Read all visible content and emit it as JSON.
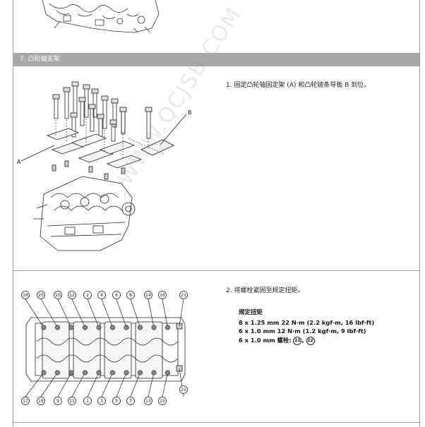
{
  "section": {
    "title": "7. 凸轮轴支架"
  },
  "step1": {
    "text": "1.  固定凸轮轴固定架 (A) 和凸轮链条导板 B 到位。"
  },
  "fig1": {
    "label_a": "A",
    "label_b": "B"
  },
  "step2": {
    "text": "2.  将螺栓紧固至规定扭矩。",
    "torque_title": "规定扭矩",
    "lines": [
      "8 x 1.25 mm 22 N·m (2.2 kgf·m, 16 lbf·ft)",
      "6 x 1.0 mm 12 N·m (1.2 kgf·m, 9 lbf·ft)"
    ],
    "bolt_line_prefix": "6 x 1.0 mm 螺栓:",
    "bolt_refs": [
      "21",
      "22"
    ]
  },
  "fig2": {
    "top_labels": [
      "18",
      "20",
      "10",
      "12",
      "2",
      "4",
      "6",
      "8",
      "14",
      "16",
      "21"
    ],
    "bottom_labels": [
      "17",
      "19",
      "9",
      "11",
      "1",
      "3",
      "5",
      "7",
      "13",
      "15",
      "22"
    ]
  },
  "watermark": {
    "text": "WWW.QCJSB.COM"
  }
}
